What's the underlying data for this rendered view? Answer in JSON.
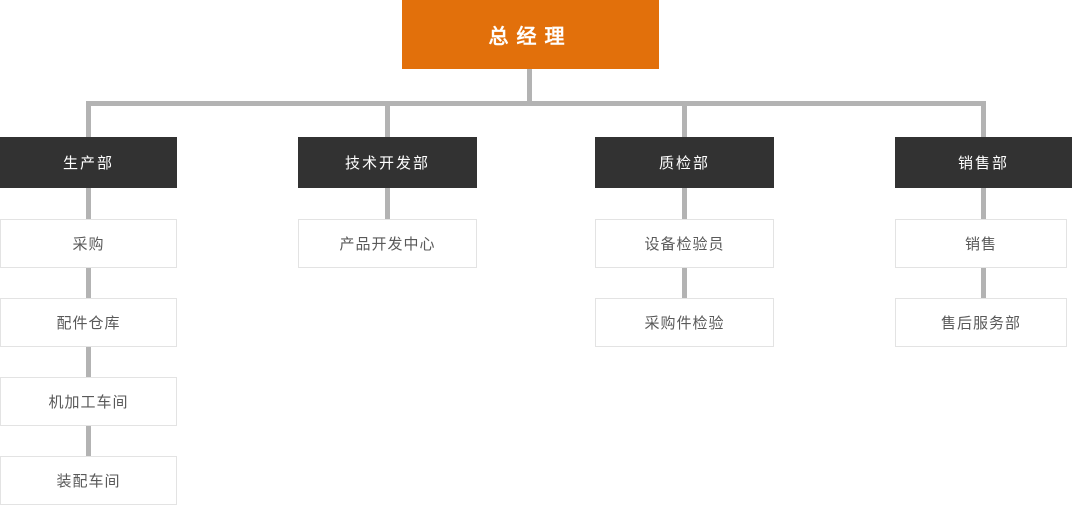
{
  "org_chart": {
    "root": {
      "label": "总经理"
    },
    "departments": [
      {
        "label": "生产部",
        "units": [
          {
            "label": "采购"
          },
          {
            "label": "配件仓库"
          },
          {
            "label": "机加工车间"
          },
          {
            "label": "装配车间"
          }
        ]
      },
      {
        "label": "技术开发部",
        "units": [
          {
            "label": "产品开发中心"
          }
        ]
      },
      {
        "label": "质检部",
        "units": [
          {
            "label": "设备检验员"
          },
          {
            "label": "采购件检验"
          }
        ]
      },
      {
        "label": "销售部",
        "units": [
          {
            "label": "销售"
          },
          {
            "label": "售后服务部"
          }
        ]
      }
    ]
  },
  "colors": {
    "root_bg": "#E2700B",
    "dept_bg": "#323232",
    "connector": "#B3B3B3",
    "leaf_border": "#E3E3E3",
    "leaf_text": "#595959",
    "node_text": "#FFFFFF"
  }
}
